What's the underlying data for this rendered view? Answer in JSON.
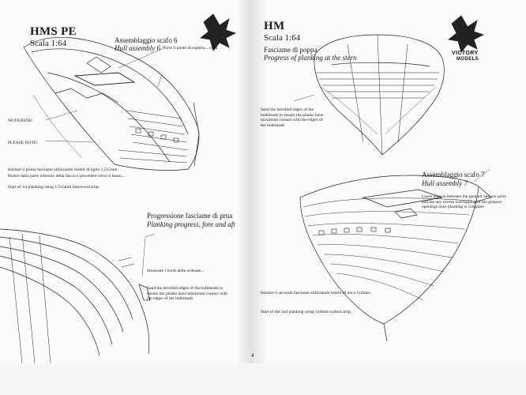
{
  "left_page": {
    "title": "HMS PE",
    "scale": "Scala 1:64",
    "assembly_it": "Assemblaggio scafo 6",
    "assembly_en": "Hull assembly 6",
    "glue_note": "Porre il ponte di coperta... colla",
    "nota_bene": "NOTA BENE:",
    "please_note": "PLEASE NOTE:",
    "bottom_note_1": "Iniziare il primo fasciame utilizzando listelli di tiglio 1,5x5mm.",
    "bottom_note_2": "Partire dalla parte inferiore della fascia e procedere verso il basso...",
    "bottom_note_3": "Start of 1st planking using 1.5x5mm limewood strip.",
    "section_it": "Progressione fasciame di prua",
    "section_en": "Planking progress, fore and aft",
    "bulkhead_it": "Smussare i bordi delle ordinate...",
    "bulkhead_en": "Sand the bevelled edges of the bulkheads to ensure the planks have maximum contact with the edges of the bulkheads"
  },
  "right_page": {
    "title": "HM",
    "scale": "Scala 1:64",
    "stern_it": "Fasciame di poppa",
    "stern_en": "Progress of planking at the stern",
    "stern_note": "Sand the bevelled edges of the bulkheads to ensure the planks have maximum contact with the edges of the bulkheads",
    "assembly_it": "Assemblaggio scafo 7",
    "assembly_en": "Hull assembly 7",
    "assembly_note": "Leave gaps in between the gunport and oar ports and the any excess overlapping of the gunport openings once planking is complete",
    "second_note_1": "Iniziare il secondo fasciame utilizzando listelli di noce 1x4mm.",
    "second_note_2": "Start of the 2nd planking using 1x4mm walnut strip.",
    "page_number": "4"
  },
  "logo": {
    "line1": "VICTORY",
    "line2": "MODELS"
  }
}
